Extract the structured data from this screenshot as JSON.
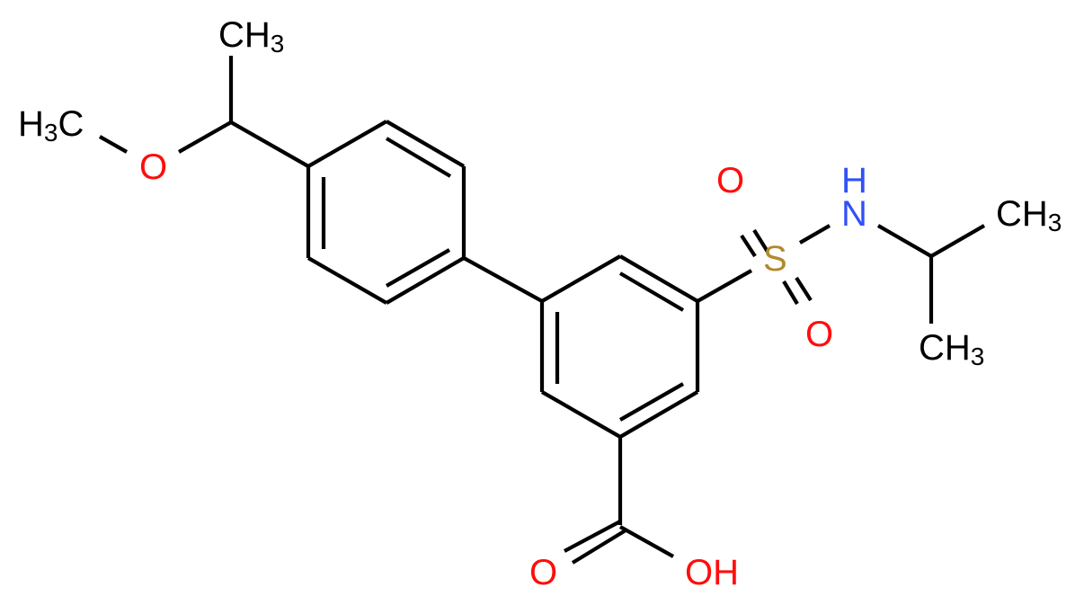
{
  "diagram": {
    "type": "chemical-structure",
    "compound": "3-[4-(1-methoxyethyl)phenyl]-5-(propan-2-ylsulfamoyl)benzoic acid",
    "colors": {
      "bond": "#000000",
      "carbon": "#000000",
      "oxygen": "#ff0d0d",
      "nitrogen": "#3050f8",
      "sulfur": "#b2892c",
      "background": "#ffffff"
    },
    "labels": {
      "top_methyl": {
        "main": "CH",
        "sub": "3"
      },
      "methoxy_methyl": {
        "pre": "H",
        "sub": "3",
        "main": "C"
      },
      "ether_oxygen": "O",
      "sulfonyl_o_top": "O",
      "sulfonyl_o_bottom": "O",
      "sulfur": "S",
      "amine_h": "H",
      "amine_n": "N",
      "isopropyl_methyl_right": {
        "main": "CH",
        "sub": "3"
      },
      "isopropyl_methyl_bottom": {
        "main": "CH",
        "sub": "3"
      },
      "carbonyl_o": "O",
      "hydroxyl": "OH"
    }
  }
}
